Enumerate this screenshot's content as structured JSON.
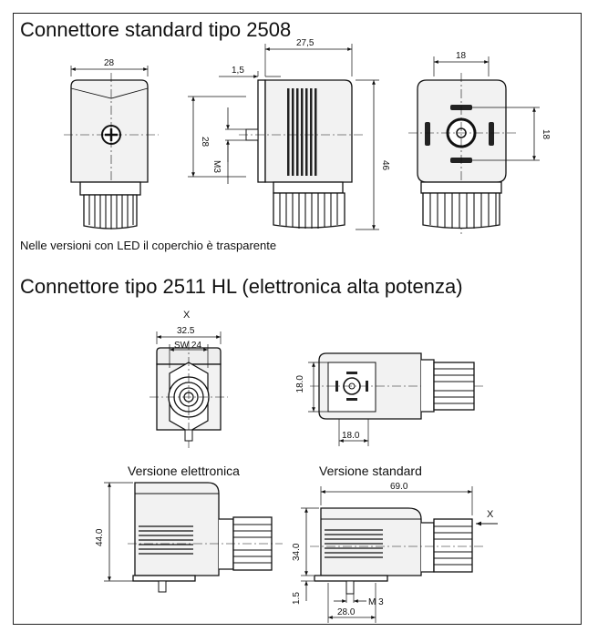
{
  "section1": {
    "title": "Connettore standard tipo 2508",
    "note": "Nelle versioni con LED il coperchio è trasparente",
    "dims": {
      "front_width": "28",
      "side_total": "27,5",
      "side_flange": "1,5",
      "side_height": "28",
      "side_thread": "M3",
      "side_overall": "46",
      "back_width": "18",
      "back_height": "18"
    }
  },
  "section2": {
    "title": "Connettore tipo 2511 HL (elettronica alta potenza)",
    "view_x_label": "X",
    "dims": {
      "x_width": "32.5",
      "x_hex": "SW 24",
      "top_height": "18.0",
      "top_width": "18.0",
      "e_height": "44.0",
      "s_length": "69.0",
      "s_height": "34.0",
      "s_flange": "1.5",
      "s_thread": "M 3",
      "s_width": "28.0",
      "arrow_x": "X"
    },
    "versions": {
      "electronic": "Versione elettronica",
      "standard": "Versione standard"
    }
  }
}
